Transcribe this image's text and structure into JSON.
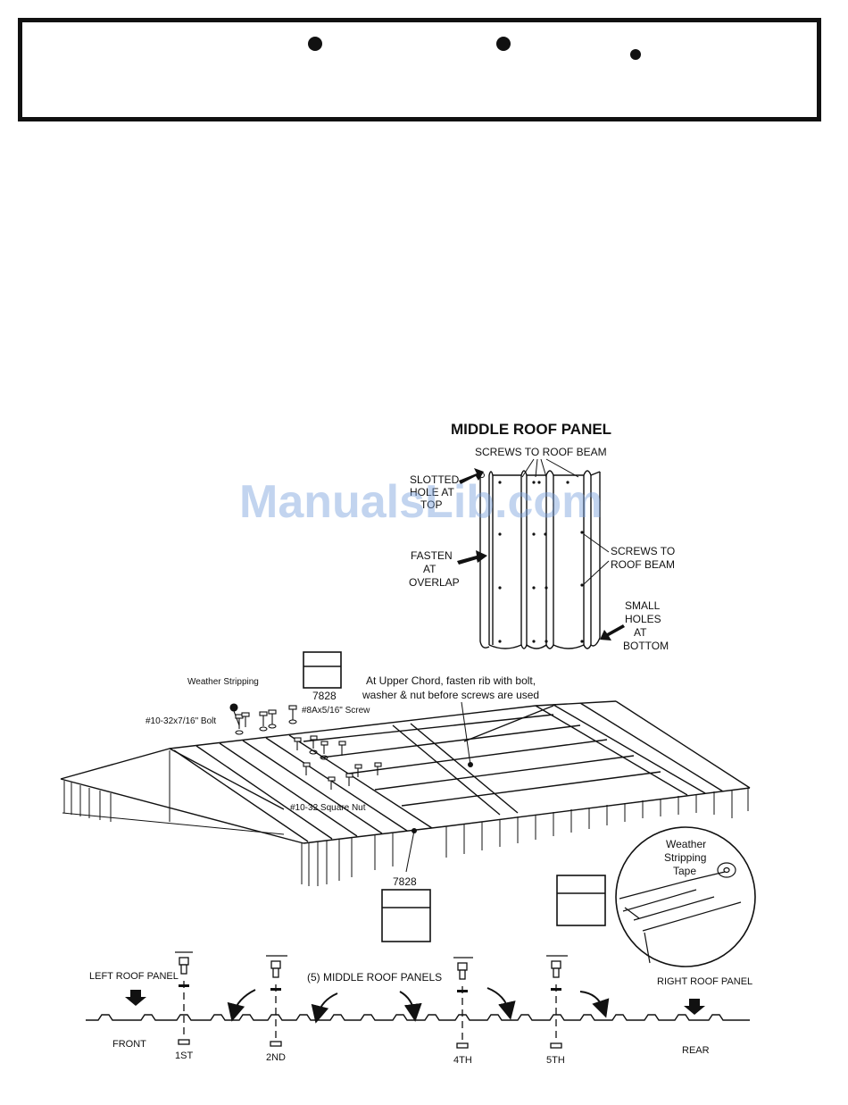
{
  "middle_panel": {
    "title": "MIDDLE ROOF PANEL",
    "screws_top": "SCREWS TO ROOF BEAM",
    "slotted": [
      "SLOTTED",
      "HOLE AT",
      "TOP"
    ],
    "fasten": [
      "FASTEN",
      "AT",
      "OVERLAP"
    ],
    "screws_side": [
      "SCREWS TO",
      "ROOF BEAM"
    ],
    "small_holes": [
      "SMALL",
      "HOLES",
      "AT",
      "BOTTOM"
    ]
  },
  "assembly": {
    "weather_stripping": "Weather Stripping",
    "bolt": "#10-32x7/16\" Bolt",
    "screw": "#8Ax5/16\" Screw",
    "square_nut": "#10-32 Square Nut",
    "upper_chord": [
      "At Upper Chord, fasten rib with bolt,",
      "washer & nut before screws are used"
    ],
    "part_upper": "7828",
    "part_lower": "7828"
  },
  "inset": {
    "label": [
      "Weather",
      "Stripping",
      "Tape"
    ]
  },
  "sequence": {
    "left_panel": "LEFT ROOF PANEL",
    "middle_panels": "(5) MIDDLE ROOF PANELS",
    "right_panel": "RIGHT ROOF PANEL",
    "front": "FRONT",
    "rear": "REAR",
    "positions": [
      "1ST",
      "2ND",
      "4TH",
      "5TH"
    ]
  },
  "watermark": "ManualsLib.com"
}
